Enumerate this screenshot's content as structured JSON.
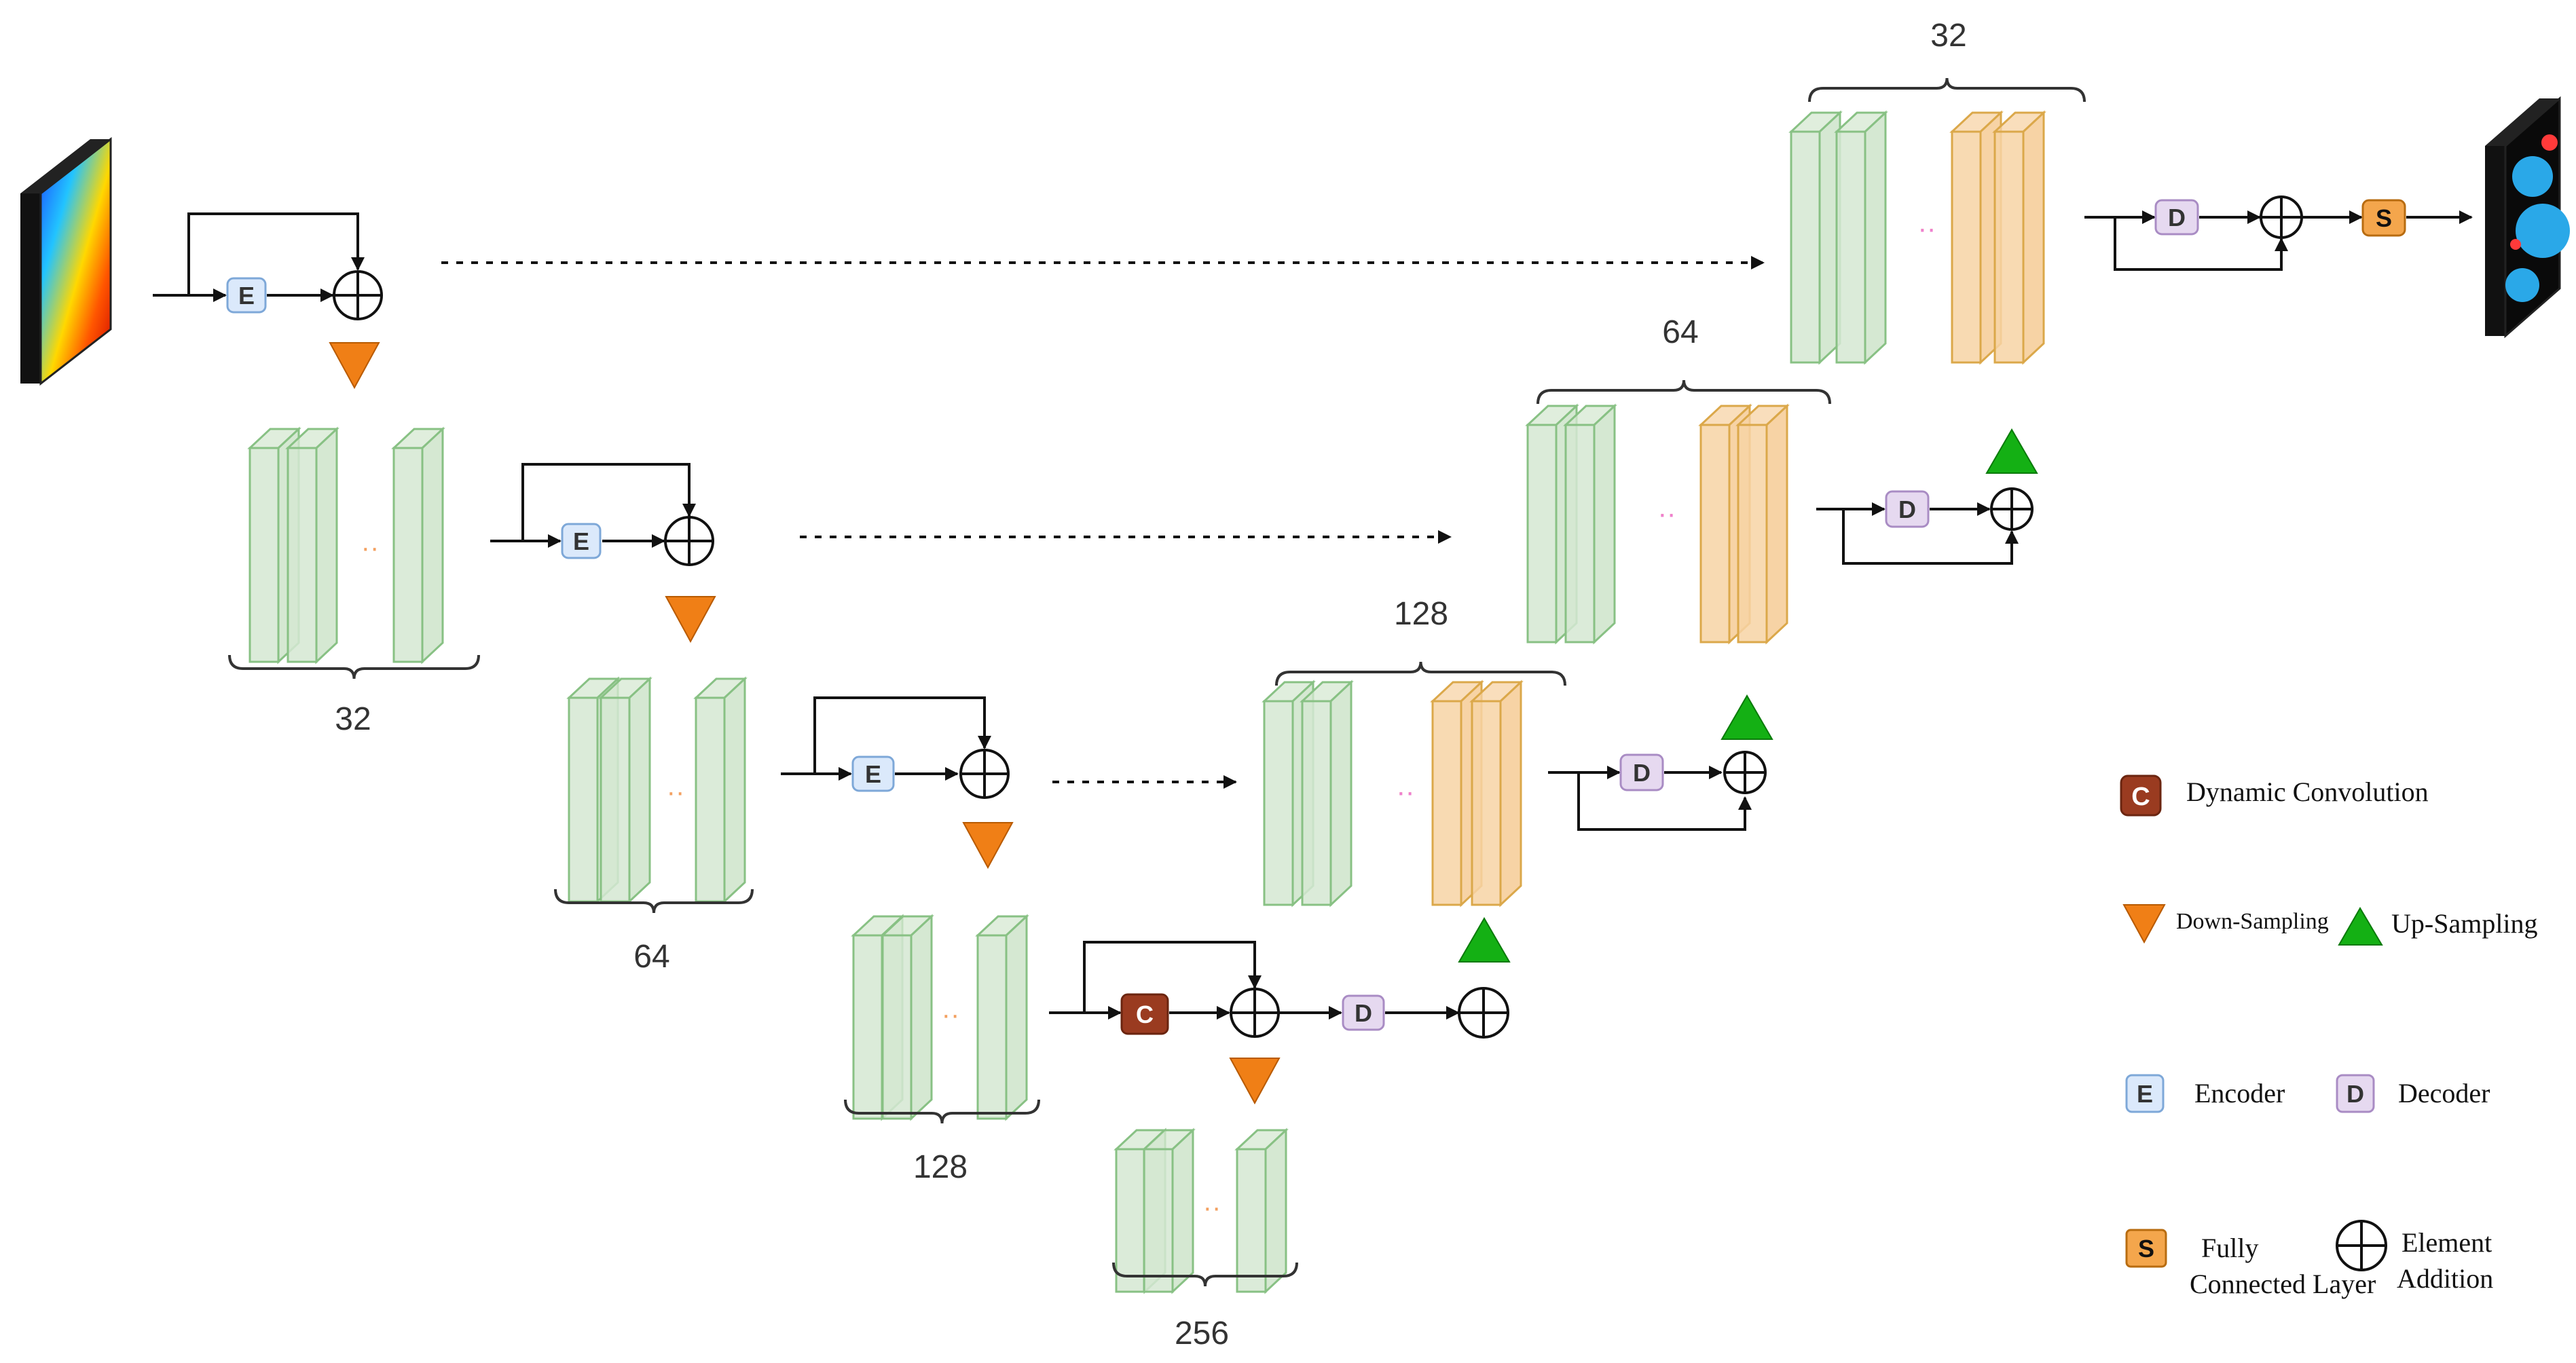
{
  "channels": {
    "enc1": "32",
    "enc2": "64",
    "enc3": "128",
    "bottleneck": "256",
    "dec3": "128",
    "dec2": "64",
    "dec1": "32"
  },
  "block_letters": {
    "encoder": "E",
    "decoder": "D",
    "dynamic_conv": "C",
    "fully_connected": "S"
  },
  "legend": {
    "dynamic_conv": "Dynamic Convolution",
    "down_sampling": "Down-Sampling",
    "up_sampling": "Up-Sampling",
    "encoder": "Encoder",
    "decoder": "Decoder",
    "fully_connected_line1": "Fully",
    "fully_connected_line2": "Connected Layer",
    "element_addition_line1": "Element",
    "element_addition_line2": "Addition"
  },
  "colors": {
    "encoder_fill": "#dbe9fb",
    "encoder_stroke": "#7ea8d8",
    "decoder_fill": "#e6d9f0",
    "decoder_stroke": "#a98cc4",
    "dynamic_conv_fill": "#9a3b20",
    "fully_connected_fill": "#f4a64c",
    "down_sampling": "#f07f16",
    "up_sampling": "#14b014",
    "feature_green": "#d5e8d2",
    "feature_green_stroke": "#88c184",
    "feature_orange": "#f7d3a5",
    "feature_orange_stroke": "#dba84a"
  },
  "icons": [
    "dynamic-conv-icon",
    "down-sampling-icon",
    "up-sampling-icon",
    "encoder-icon",
    "decoder-icon",
    "fully-connected-icon",
    "element-addition-icon"
  ]
}
